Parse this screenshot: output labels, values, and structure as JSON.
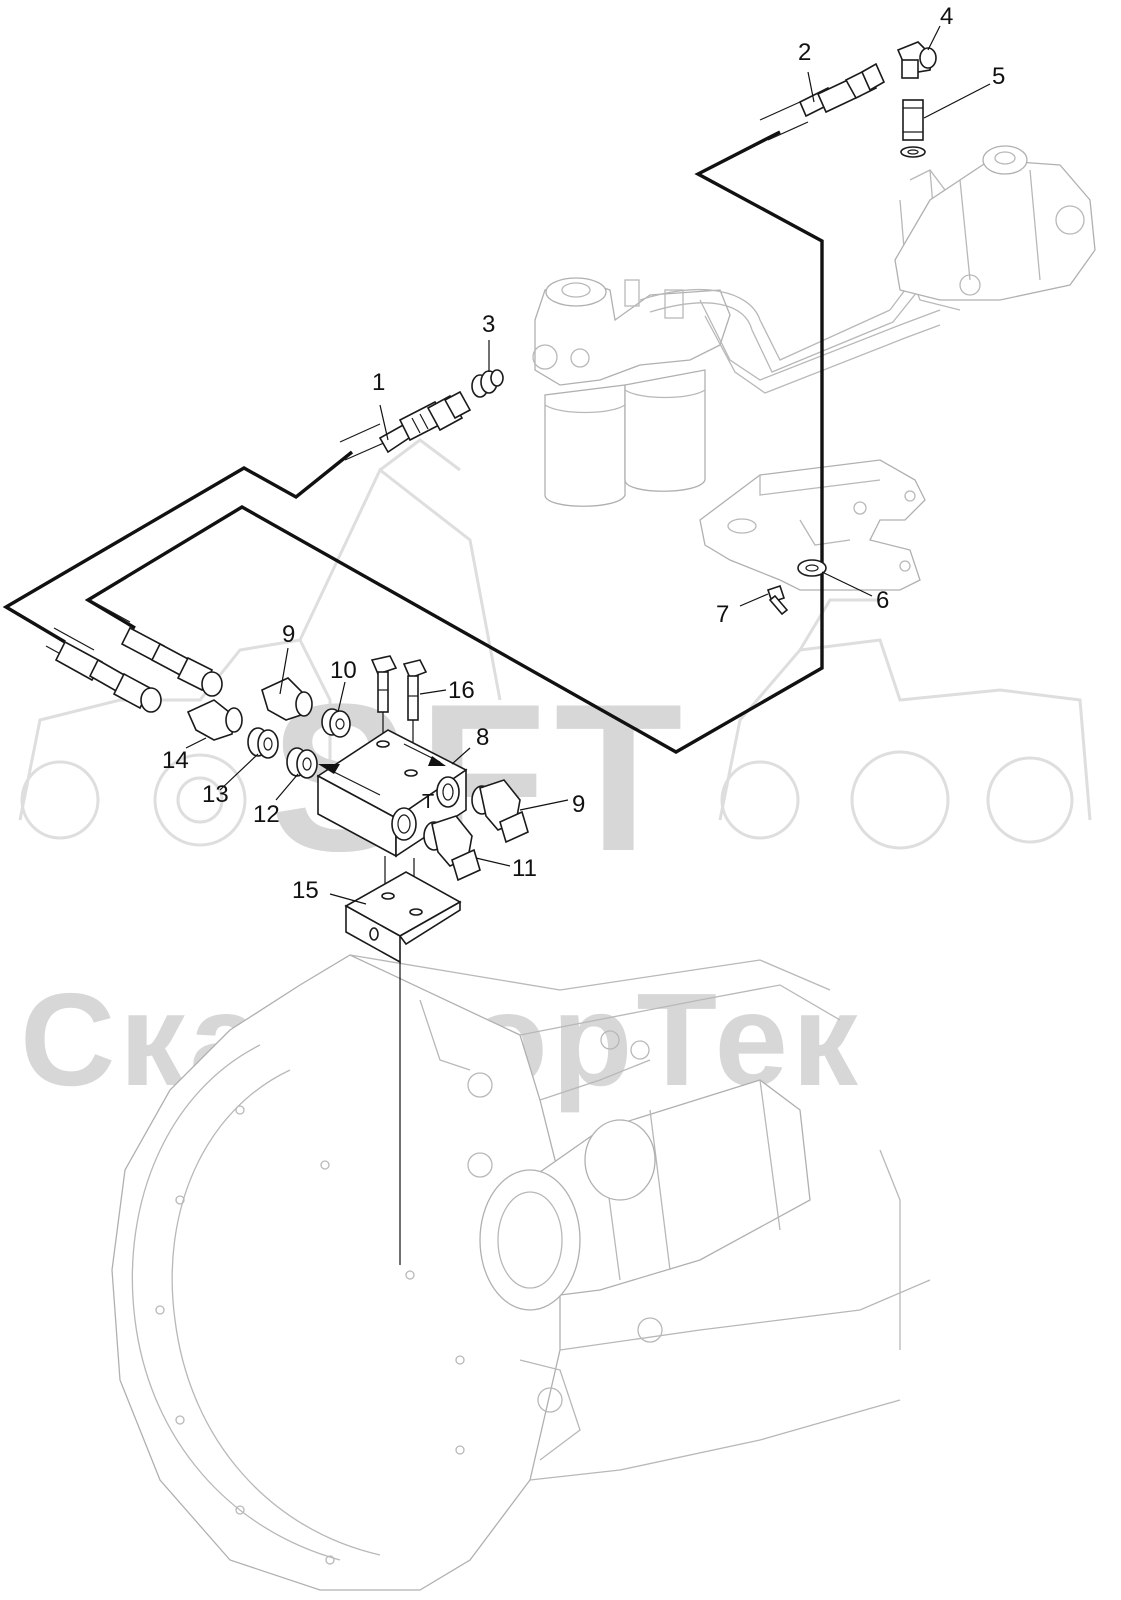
{
  "watermark": {
    "logo_text": "SFT",
    "brand_text": "СканФорТек"
  },
  "block": {
    "port_letter": "T"
  },
  "callouts": [
    {
      "id": "c1",
      "label": "1"
    },
    {
      "id": "c2",
      "label": "2"
    },
    {
      "id": "c3",
      "label": "3"
    },
    {
      "id": "c4",
      "label": "4"
    },
    {
      "id": "c5",
      "label": "5"
    },
    {
      "id": "c6",
      "label": "6"
    },
    {
      "id": "c7",
      "label": "7"
    },
    {
      "id": "c8",
      "label": "8"
    },
    {
      "id": "c9a",
      "label": "9"
    },
    {
      "id": "c9b",
      "label": "9"
    },
    {
      "id": "c10",
      "label": "10"
    },
    {
      "id": "c11",
      "label": "11"
    },
    {
      "id": "c12",
      "label": "12"
    },
    {
      "id": "c13",
      "label": "13"
    },
    {
      "id": "c14",
      "label": "14"
    },
    {
      "id": "c15",
      "label": "15"
    },
    {
      "id": "c16",
      "label": "16"
    }
  ]
}
